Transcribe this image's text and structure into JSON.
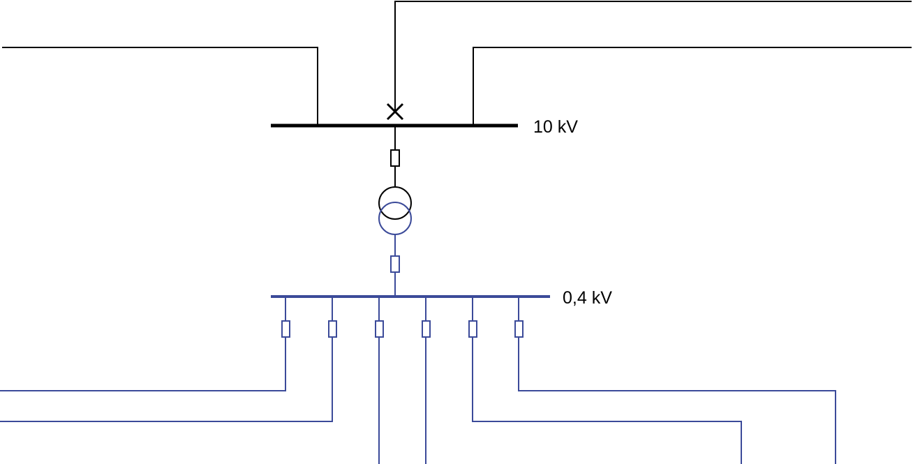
{
  "labels": {
    "hv_bus": "10 kV",
    "lv_bus": "0,4 kV"
  },
  "colors": {
    "hv": "#000000",
    "lv": "#3b4a99",
    "background": "#ffffff"
  },
  "lv_feeder_count": 6
}
